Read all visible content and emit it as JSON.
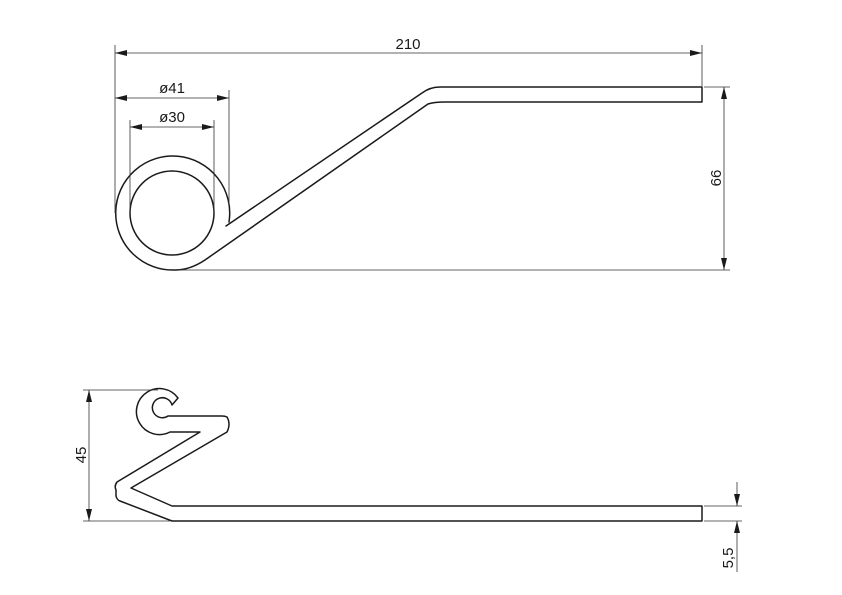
{
  "drawing": {
    "top_view": {
      "overall_length": "210",
      "outer_coil_diameter": "ø41",
      "inner_coil_diameter": "ø30",
      "height": "66"
    },
    "side_view": {
      "height": "45",
      "wire_thickness": "5,5"
    }
  }
}
